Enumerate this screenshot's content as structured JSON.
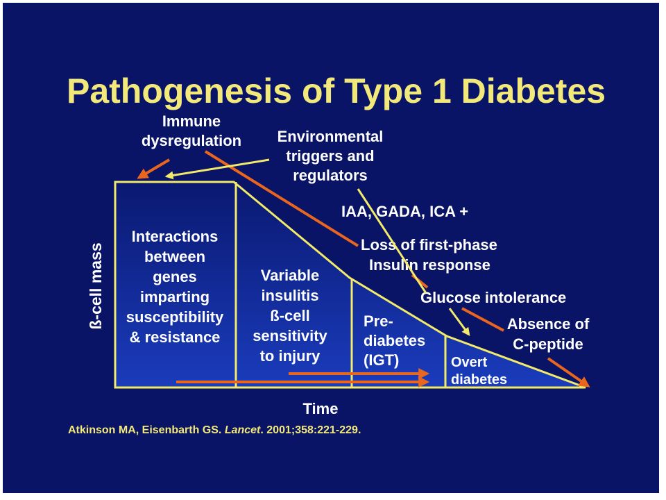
{
  "title": "Pathogenesis of Type 1 Diabetes",
  "y_axis_label": "ß-cell mass",
  "x_axis_label": "Time",
  "stages": [
    {
      "lines": [
        "Interactions",
        "between",
        "genes",
        "imparting",
        "susceptibility",
        "& resistance"
      ]
    },
    {
      "lines": [
        "Variable",
        "insulitis",
        "ß-cell",
        "sensitivity",
        "to injury"
      ]
    },
    {
      "lines": [
        "Pre-",
        "diabetes",
        "(IGT)"
      ]
    },
    {
      "lines": [
        "Overt",
        "diabetes"
      ]
    }
  ],
  "annotations": {
    "immune": [
      "Immune",
      "dysregulation"
    ],
    "environmental": [
      "Environmental",
      "triggers and",
      "regulators"
    ],
    "autoantibodies": "IAA, GADA, ICA +",
    "first_phase": [
      "Loss of first-phase",
      "Insulin response"
    ],
    "glucose": "Glucose intolerance",
    "cpeptide": [
      "Absence of",
      "C-peptide"
    ]
  },
  "citation": {
    "authors": "Atkinson MA, Eisenbarth GS. ",
    "journal": "Lancet",
    "rest": ". 2001;358:221-229."
  },
  "colors": {
    "background": "#0a1466",
    "title": "#f2e97a",
    "curve": "#f2ea6a",
    "orange_arrow": "#e8661e",
    "text": "#ffffff"
  }
}
